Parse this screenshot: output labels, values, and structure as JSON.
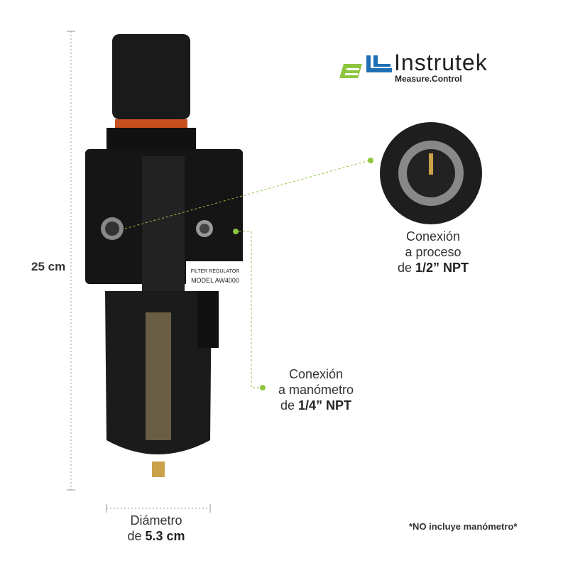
{
  "brand": {
    "name": "Instrutek",
    "tagline": "Measure.Control",
    "colors": {
      "green": "#8dc63f",
      "blue": "#1f6fb5",
      "text": "#231f20"
    }
  },
  "product": {
    "label_model": "MODEL AW4000",
    "label_title": "FILTER REGULATOR"
  },
  "dimensions": {
    "height": "25 cm",
    "diameter_line1": "Diámetro",
    "diameter_prefix": "de ",
    "diameter_value": "5.3 cm"
  },
  "callouts": {
    "process": {
      "line1": "Conexión",
      "line2": "a proceso",
      "prefix": "de ",
      "value": "1/2” NPT"
    },
    "gauge": {
      "line1": "Conexión",
      "line2": "a manómetro",
      "prefix": "de ",
      "value": "1/4” NPT"
    }
  },
  "note": "*NO incluye manómetro*",
  "accent": "#8dc63f"
}
